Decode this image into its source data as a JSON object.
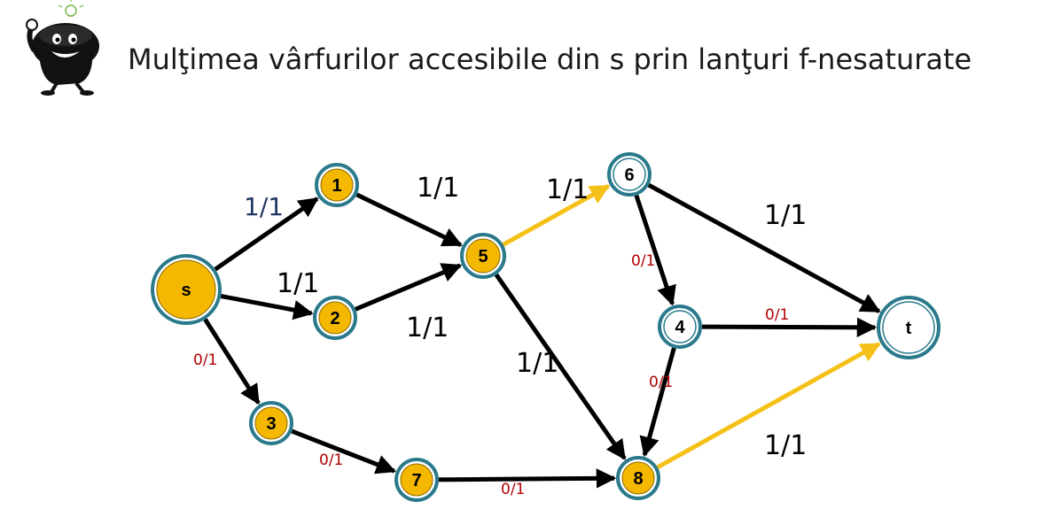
{
  "title": "Mulţimea vârfurilor accesibile din s prin lanţuri f-nesaturate",
  "mascot_icon": "lightbulb-mascot-icon",
  "colors": {
    "edge_default": "#000000",
    "edge_highlight": "#f5c018",
    "node_reachable_fill": "#f5b800",
    "node_other_fill": "#ffffff",
    "node_ring": "#2a7a8c",
    "label_small": "#b00000",
    "label_blue": "#1f3864"
  },
  "nodes": [
    {
      "id": "s",
      "label": "s",
      "reachable": true
    },
    {
      "id": "1",
      "label": "1",
      "reachable": true
    },
    {
      "id": "2",
      "label": "2",
      "reachable": true
    },
    {
      "id": "3",
      "label": "3",
      "reachable": true
    },
    {
      "id": "5",
      "label": "5",
      "reachable": true
    },
    {
      "id": "7",
      "label": "7",
      "reachable": true
    },
    {
      "id": "8",
      "label": "8",
      "reachable": true
    },
    {
      "id": "6",
      "label": "6",
      "reachable": false
    },
    {
      "id": "4",
      "label": "4",
      "reachable": false
    },
    {
      "id": "t",
      "label": "t",
      "reachable": false
    }
  ],
  "edges": [
    {
      "from": "s",
      "to": "1",
      "label": "1/1",
      "highlight": false
    },
    {
      "from": "s",
      "to": "2",
      "label": "1/1",
      "highlight": false
    },
    {
      "from": "s",
      "to": "3",
      "label": "0/1",
      "highlight": false
    },
    {
      "from": "1",
      "to": "5",
      "label": "1/1",
      "highlight": false
    },
    {
      "from": "2",
      "to": "5",
      "label": "1/1",
      "highlight": false
    },
    {
      "from": "5",
      "to": "6",
      "label": "1/1",
      "highlight": true
    },
    {
      "from": "5",
      "to": "8",
      "label": "1/1",
      "highlight": false
    },
    {
      "from": "3",
      "to": "7",
      "label": "0/1",
      "highlight": false
    },
    {
      "from": "7",
      "to": "8",
      "label": "0/1",
      "highlight": false
    },
    {
      "from": "6",
      "to": "4",
      "label": "0/1",
      "highlight": false
    },
    {
      "from": "6",
      "to": "t",
      "label": "1/1",
      "highlight": false
    },
    {
      "from": "4",
      "to": "t",
      "label": "0/1",
      "highlight": false
    },
    {
      "from": "4",
      "to": "8",
      "label": "0/1",
      "highlight": false
    },
    {
      "from": "8",
      "to": "t",
      "label": "1/1",
      "highlight": true
    }
  ]
}
